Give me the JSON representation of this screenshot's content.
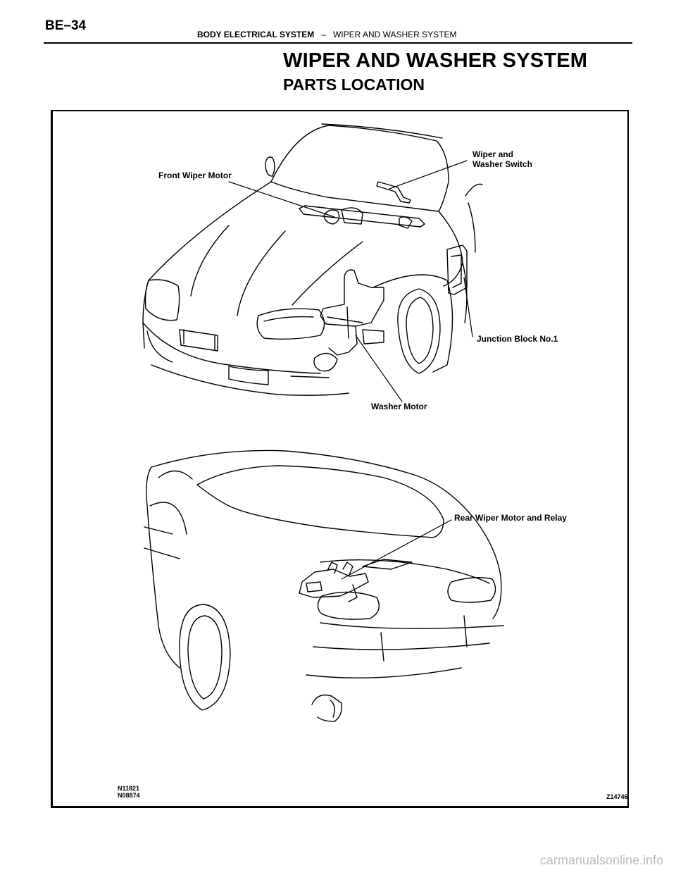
{
  "header": {
    "page_number": "BE–34",
    "section": "BODY ELECTRICAL SYSTEM",
    "separator": "–",
    "subsection": "WIPER AND WASHER SYSTEM"
  },
  "title": "WIPER AND WASHER SYSTEM",
  "subtitle": "PARTS LOCATION",
  "figure": {
    "callouts": {
      "front_wiper_motor": "Front Wiper Motor",
      "wiper_switch_line1": "Wiper and",
      "wiper_switch_line2": "Washer Switch",
      "junction_block": "Junction Block No.1",
      "washer_motor": "Washer Motor",
      "rear_wiper_motor": "Rear Wiper Motor and Relay"
    },
    "codes": {
      "code_line1": "N11821",
      "code_line2": "N08874",
      "figure_id": "Z14746"
    }
  },
  "footer": {
    "watermark": "carmanualsonline.info"
  }
}
